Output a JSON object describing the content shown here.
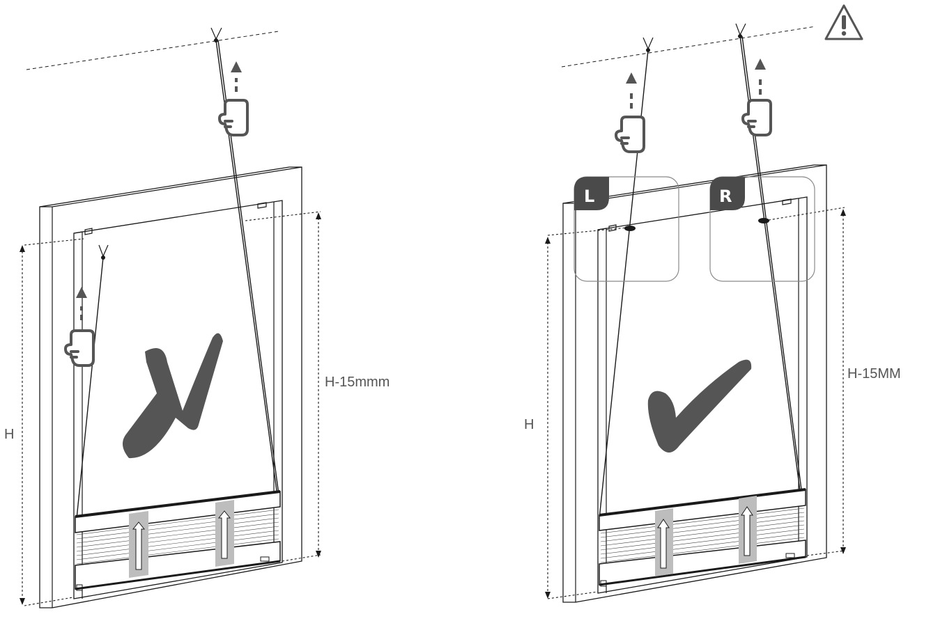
{
  "panels": [
    {
      "verdict": "incorrect",
      "height_label": "H",
      "offset_label": "H-15mmm"
    },
    {
      "verdict": "correct",
      "height_label": "H",
      "offset_label": "H-15MM",
      "badges": [
        "L",
        "R"
      ]
    }
  ],
  "icons": {
    "warning": "warning-triangle-icon",
    "hand": "pull-hand-icon",
    "cross": "cross-mark-icon",
    "check": "check-mark-icon"
  },
  "colors": {
    "mark": "#555555",
    "badge": "#4a4a4a",
    "strap": "#bdbdbd"
  }
}
